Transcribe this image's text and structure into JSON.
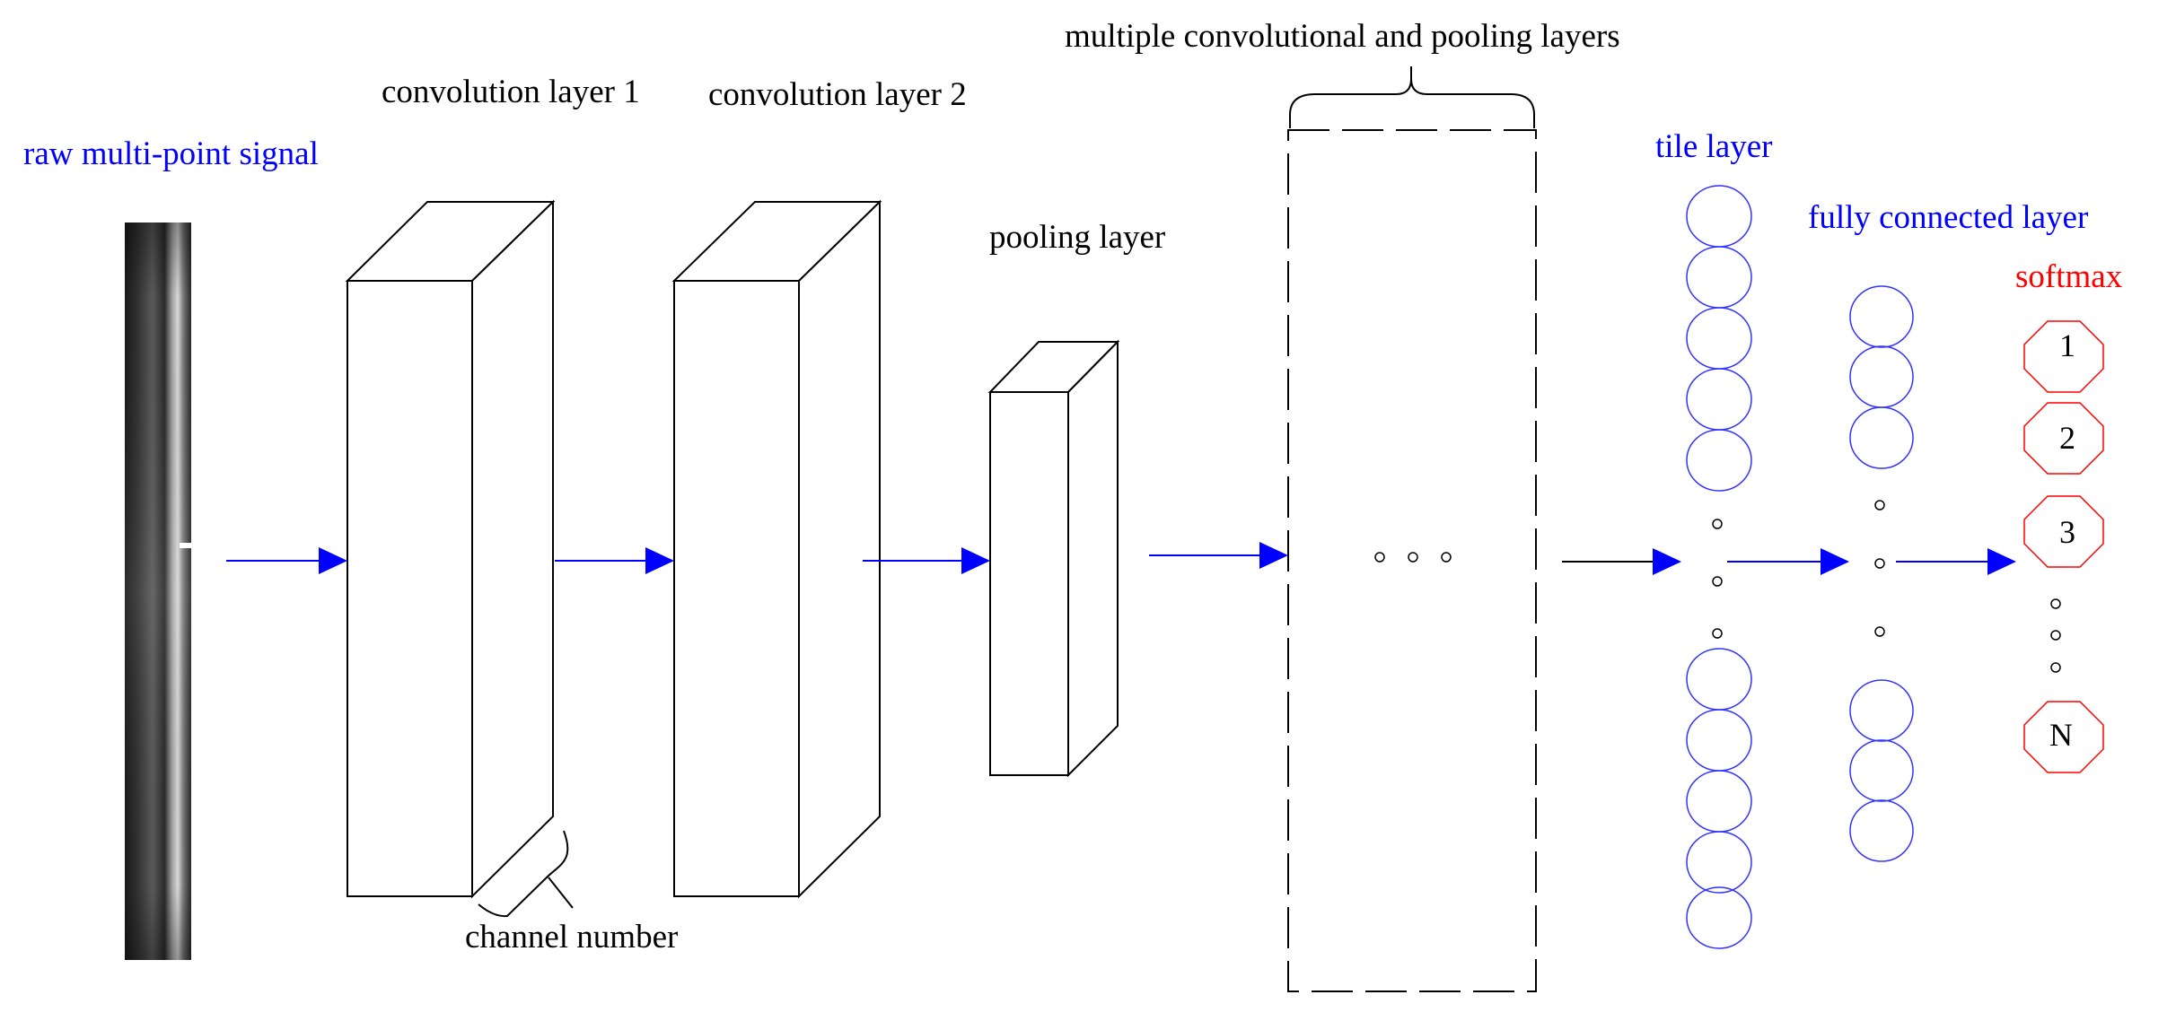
{
  "labels": {
    "raw_signal": "raw multi-point signal",
    "conv1": "convolution layer 1",
    "conv2": "convolution layer 2",
    "pooling": "pooling layer",
    "multiple": "multiple convolutional and pooling layers",
    "channel": "channel number",
    "tile": "tile layer",
    "fully_connected": "fully connected layer",
    "softmax": "softmax"
  },
  "softmax_outputs": [
    "1",
    "2",
    "3",
    "N"
  ],
  "colors": {
    "blue": "#0000ff",
    "red": "#ff0000",
    "line": "#000000",
    "node_blue": "#3333ff"
  }
}
